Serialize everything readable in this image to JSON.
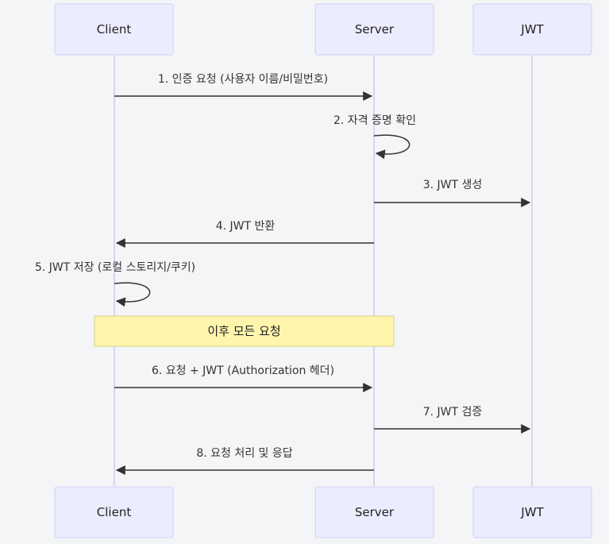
{
  "diagram": {
    "type": "sequence",
    "participants": [
      {
        "id": "client",
        "label": "Client"
      },
      {
        "id": "server",
        "label": "Server"
      },
      {
        "id": "jwt",
        "label": "JWT"
      }
    ],
    "messages": [
      {
        "from": "client",
        "to": "server",
        "text": "1. 인증 요청 (사용자 이름/비밀번호)"
      },
      {
        "from": "server",
        "to": "server",
        "text": "2. 자격 증명 확인"
      },
      {
        "from": "server",
        "to": "jwt",
        "text": "3. JWT 생성"
      },
      {
        "from": "server",
        "to": "client",
        "text": "4. JWT 반환"
      },
      {
        "from": "client",
        "to": "client",
        "text": "5. JWT 저장 (로컬 스토리지/쿠키)"
      },
      {
        "note": true,
        "text": "이후 모든 요청"
      },
      {
        "from": "client",
        "to": "server",
        "text": "6. 요청 + JWT (Authorization 헤더)"
      },
      {
        "from": "server",
        "to": "jwt",
        "text": "7. JWT 검증"
      },
      {
        "from": "server",
        "to": "client",
        "text": "8. 요청 처리 및 응답"
      }
    ],
    "colors": {
      "background": "#f4f5f6",
      "actor_fill": "#ececff",
      "actor_stroke": "#d3d0f2",
      "lifeline": "#d8d4f4",
      "note_fill": "#fff5ad",
      "note_stroke": "#d6cf86",
      "arrow": "#333333"
    }
  }
}
